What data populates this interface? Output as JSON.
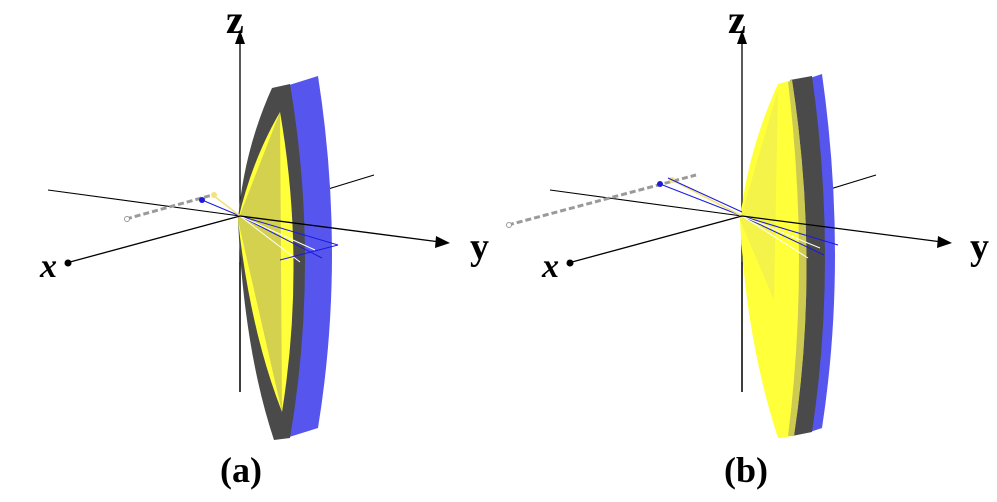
{
  "figure": {
    "panels": [
      {
        "id": "a",
        "caption": "(a)",
        "axes": {
          "x": "x",
          "y": "y",
          "z": "z"
        }
      },
      {
        "id": "b",
        "caption": "(b)",
        "axes": {
          "x": "x",
          "y": "y",
          "z": "z"
        }
      }
    ],
    "colors": {
      "reflector_back": "#5656ee",
      "reflector_edge": "#4a4a4a",
      "reflector_face": "#ffff3a",
      "reflector_face_shaded": "#b6b35a",
      "ray_blue": "#1b1bdd",
      "ray_yellow": "#f4e27a",
      "axis": "#000000"
    }
  }
}
